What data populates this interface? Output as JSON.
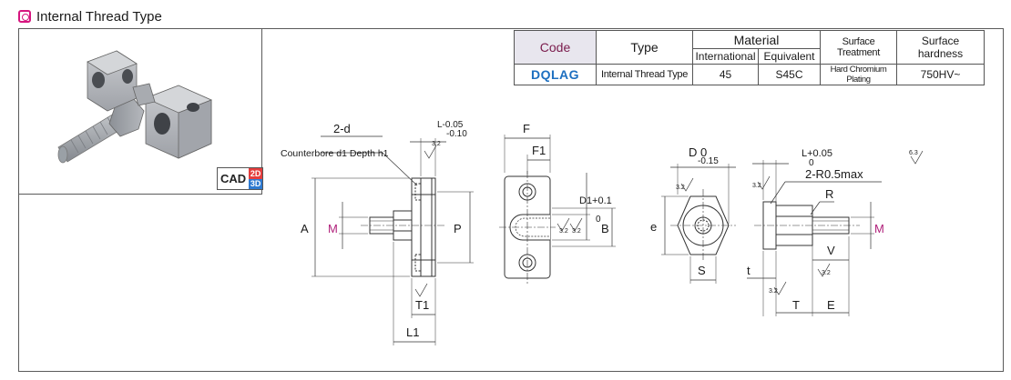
{
  "header": {
    "title": "Internal Thread Type"
  },
  "cad_badge": {
    "label": "CAD",
    "d2": "2D",
    "d3": "3D"
  },
  "spec_table": {
    "headers": {
      "code": "Code",
      "type": "Type",
      "material": "Material",
      "international": "International",
      "equivalent": "Equivalent",
      "surface_treatment": "Surface Treatment",
      "surface_hardness": "Surface hardness"
    },
    "row": {
      "code": "DQLAG",
      "type": "Internal Thread Type",
      "international": "45",
      "equivalent": "S45C",
      "surface_treatment": "Hard Chromium Plating",
      "surface_hardness": "750HV~"
    }
  },
  "drawing": {
    "labels": {
      "two_d": "2-d",
      "counterbore": "Counterbore d1 Depth h1",
      "L_tol_top": "L-0.05",
      "L_tol_bottom": "-0.10",
      "A": "A",
      "M_left": "M",
      "P": "P",
      "T1": "T1",
      "L1": "L1",
      "F": "F",
      "F1": "F1",
      "D1": "D1+0.1",
      "D1_zero": "0",
      "B": "B",
      "D_top": "D 0",
      "D_tol": "-0.15",
      "e": "e",
      "S": "S",
      "L_side": "L+0.05",
      "L_side_zero": "0",
      "two_r": "2-R0.5max",
      "R": "R",
      "M_right": "M",
      "V": "V",
      "t": "t",
      "T": "T",
      "E": "E",
      "rough_32": "3.2",
      "rough_63": "6.3"
    }
  },
  "colors": {
    "accent_magenta": "#d6157f",
    "code_blue": "#1d6fc0",
    "m_label": "#b0207a"
  }
}
